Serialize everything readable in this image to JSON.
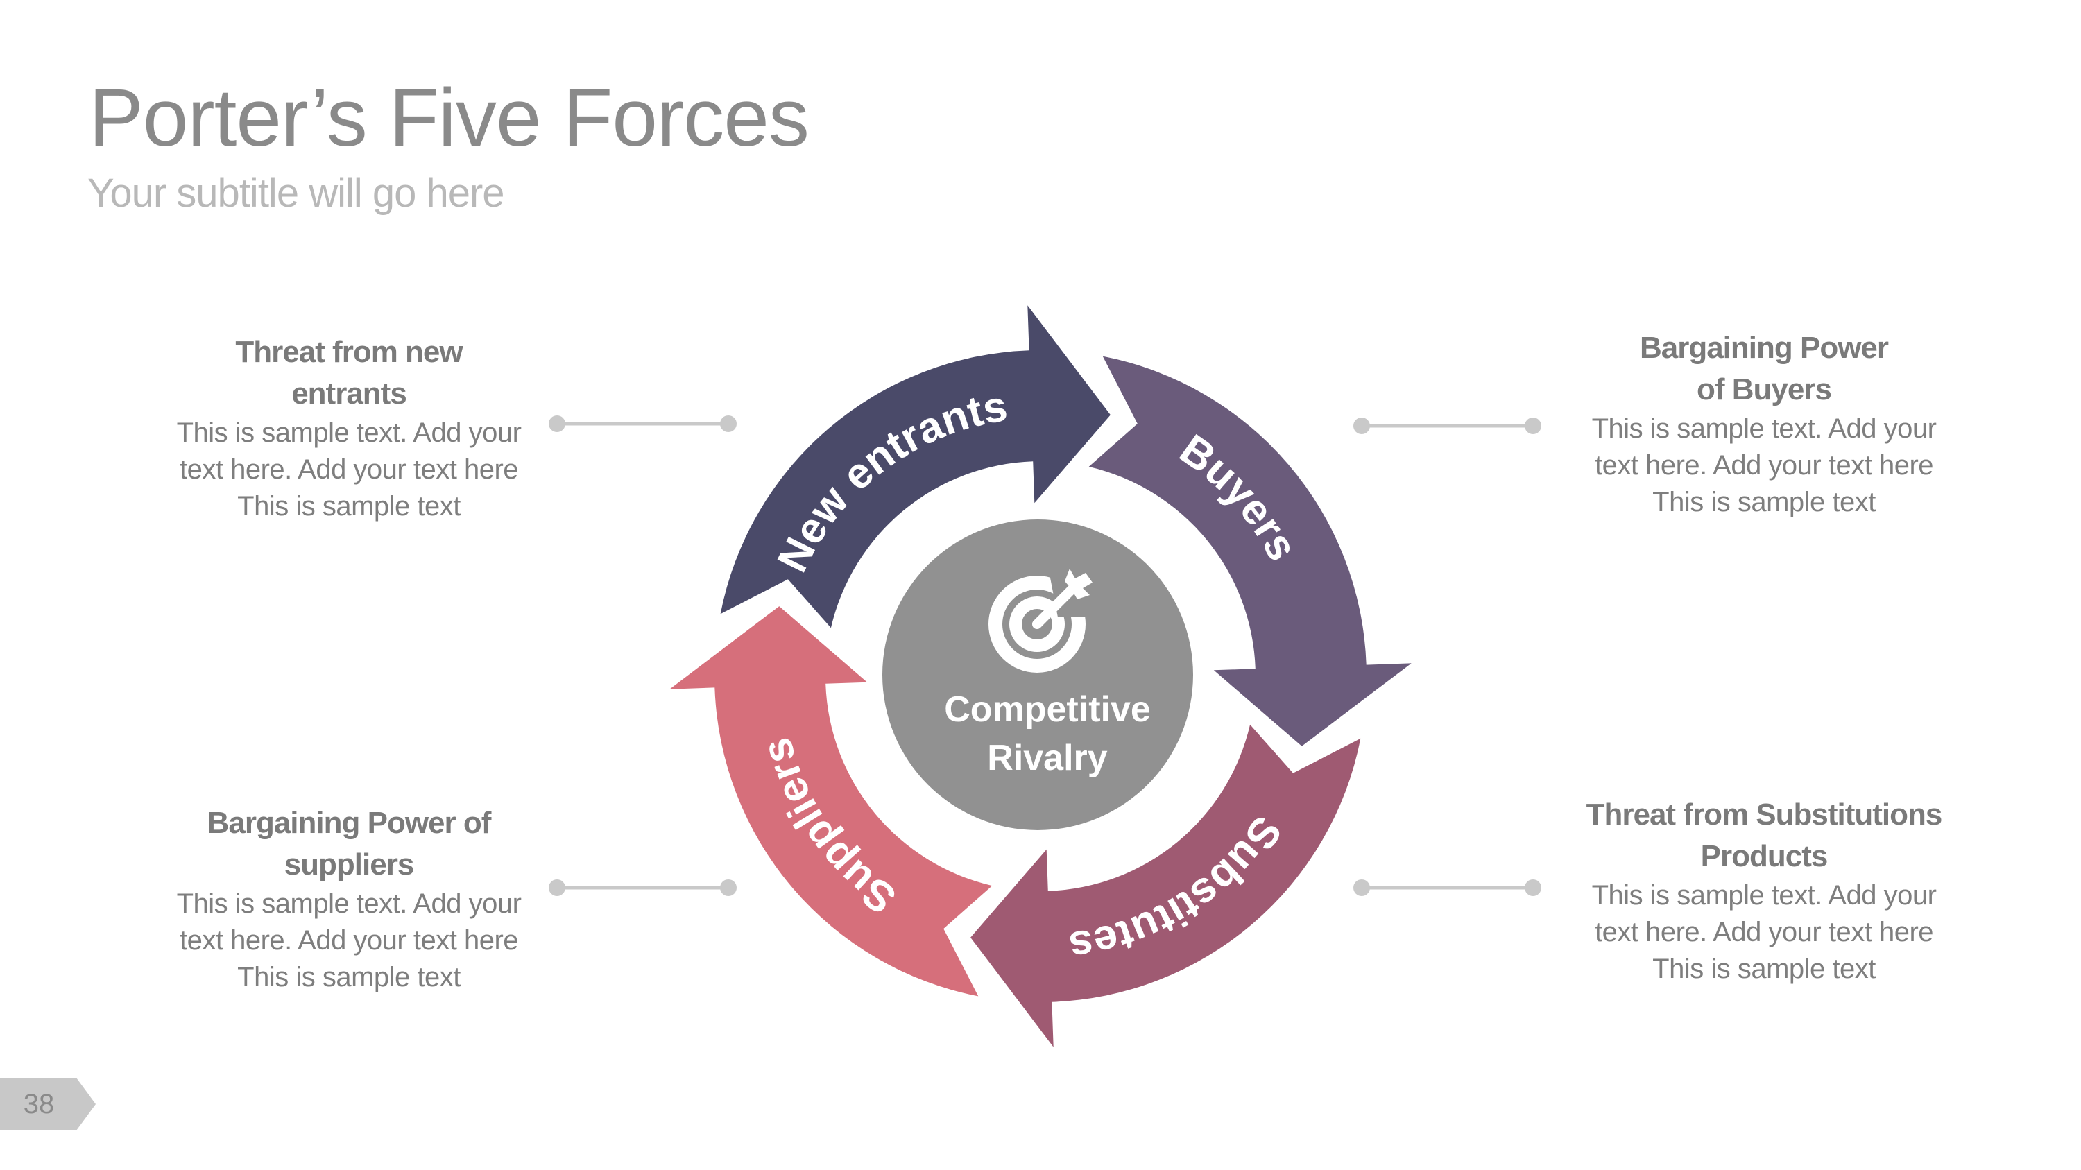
{
  "slide": {
    "title": "Porter’s Five Forces",
    "subtitle": "Your subtitle will go here",
    "page_number": "38"
  },
  "center": {
    "label_line1": "Competitive",
    "label_line2": "Rivalry",
    "icon": "target-arrow-icon",
    "color": "#919191"
  },
  "arrows": [
    {
      "key": "new-entrants",
      "label": "New entrants",
      "color": "#4a4a69"
    },
    {
      "key": "buyers",
      "label": "Buyers",
      "color": "#6a5b7b"
    },
    {
      "key": "substitutes",
      "label": "Substitutes",
      "color": "#9f5a72"
    },
    {
      "key": "suppliers",
      "label": "Suppliers",
      "color": "#d66f7b"
    }
  ],
  "blocks": {
    "top_left": {
      "heading": [
        "Threat from new",
        "entrants"
      ],
      "body": [
        "This is sample text. Add your",
        "text here. Add your text here",
        "This is sample text"
      ]
    },
    "top_right": {
      "heading": [
        "Bargaining Power",
        "of Buyers"
      ],
      "body": [
        "This is sample text. Add your",
        "text here. Add your text here",
        "This is sample text"
      ]
    },
    "bottom_left": {
      "heading": [
        "Bargaining Power of",
        "suppliers"
      ],
      "body": [
        "This is sample text. Add your",
        "text here. Add your text here",
        "This is sample text"
      ]
    },
    "bottom_right": {
      "heading": [
        "Threat from Substitutions",
        "Products"
      ],
      "body": [
        "This is sample text. Add your",
        "text here. Add your text here",
        "This is sample text"
      ]
    }
  },
  "connector_color": "#c9c9c9",
  "badge_color": "#c8c8c8"
}
